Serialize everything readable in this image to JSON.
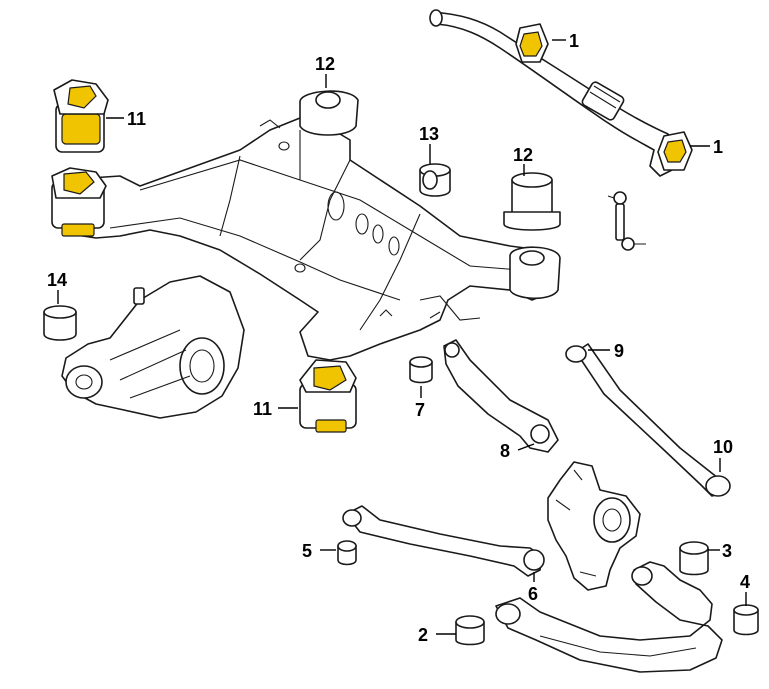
{
  "diagram": {
    "callouts": [
      {
        "id": "c1a",
        "text": "1"
      },
      {
        "id": "c1b",
        "text": "1"
      },
      {
        "id": "c2",
        "text": "2"
      },
      {
        "id": "c3",
        "text": "3"
      },
      {
        "id": "c4",
        "text": "4"
      },
      {
        "id": "c5",
        "text": "5"
      },
      {
        "id": "c6",
        "text": "6"
      },
      {
        "id": "c7",
        "text": "7"
      },
      {
        "id": "c8",
        "text": "8"
      },
      {
        "id": "c9",
        "text": "9"
      },
      {
        "id": "c10",
        "text": "10"
      },
      {
        "id": "c11a",
        "text": "11"
      },
      {
        "id": "c11b",
        "text": "11"
      },
      {
        "id": "c12a",
        "text": "12"
      },
      {
        "id": "c12b",
        "text": "12"
      },
      {
        "id": "c13",
        "text": "13"
      },
      {
        "id": "c14",
        "text": "14"
      }
    ],
    "colors": {
      "line": "#1a1a1a",
      "highlight": "#f0c400",
      "background": "#ffffff"
    }
  }
}
